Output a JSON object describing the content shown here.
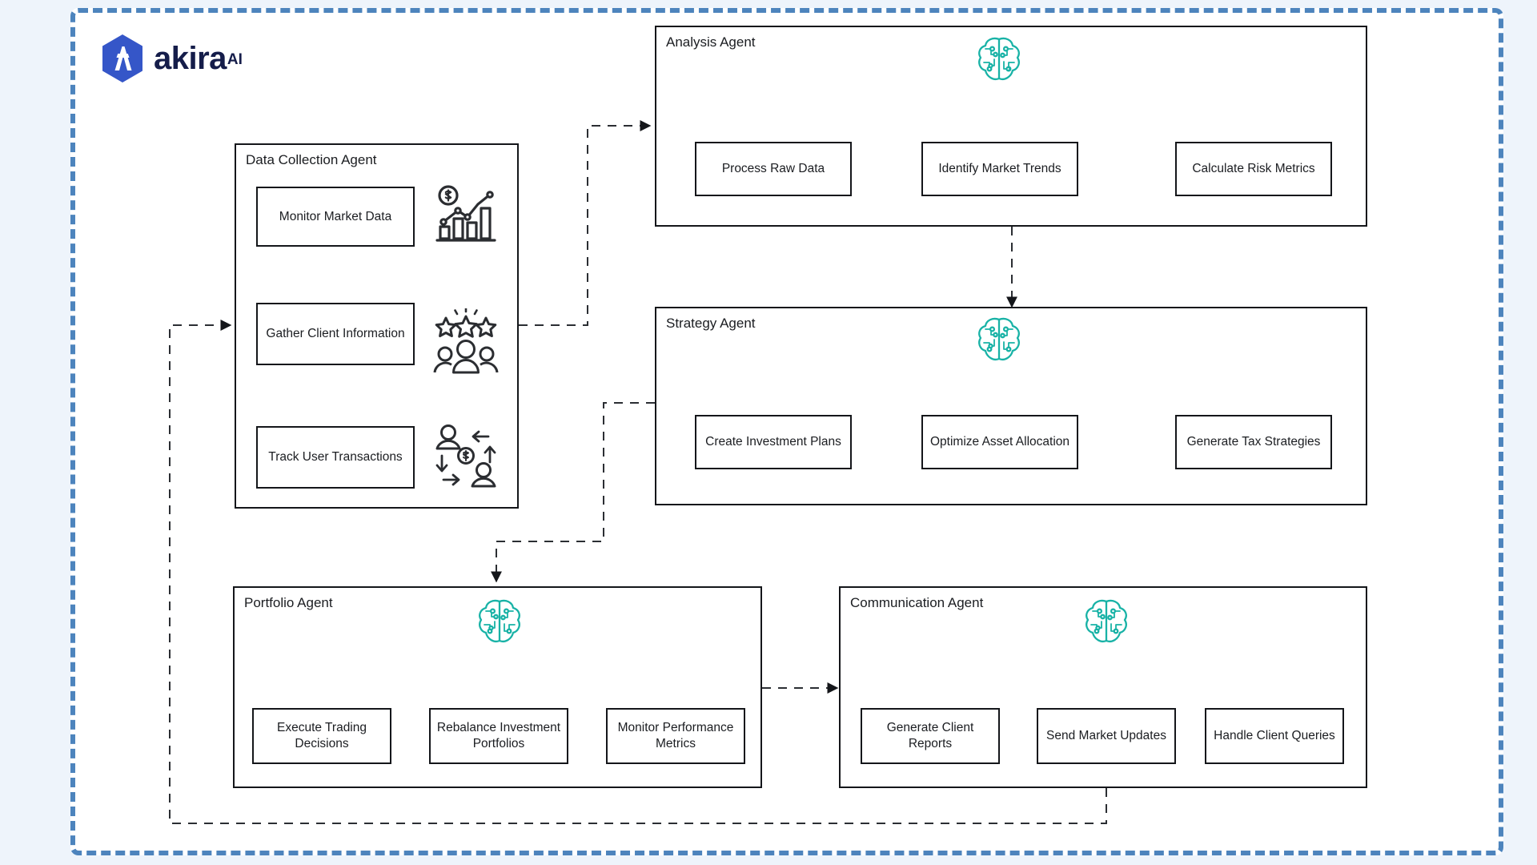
{
  "brand": {
    "name": "akira",
    "superscript": "AI",
    "logo_icon": "akira-hexagon-a-logo",
    "hex_color": "#3556c8",
    "word_color": "#151d4a"
  },
  "canvas": {
    "frame_border_color": "#4d84bd",
    "page_background": "#eef4fb",
    "canvas_background": "#ffffff",
    "node_border_color": "#14161a",
    "brain_icon_color": "#18b2a6"
  },
  "agents": [
    {
      "id": "data-collection",
      "title": "Data Collection Agent",
      "has_brain": false,
      "tasks": [
        {
          "label": "Monitor Market Data",
          "icon": "bar-chart-dollar-trend-icon"
        },
        {
          "label": "Gather Client Information",
          "icon": "stars-people-group-icon"
        },
        {
          "label": "Track User Transactions",
          "icon": "money-transfer-people-icon"
        }
      ]
    },
    {
      "id": "analysis",
      "title": "Analysis Agent",
      "has_brain": true,
      "brain_icon": "circuit-brain-icon",
      "tasks": [
        {
          "label": "Process Raw Data"
        },
        {
          "label": "Identify Market Trends"
        },
        {
          "label": "Calculate Risk Metrics"
        }
      ]
    },
    {
      "id": "strategy",
      "title": "Strategy Agent",
      "has_brain": true,
      "brain_icon": "circuit-brain-icon",
      "tasks": [
        {
          "label": "Create Investment Plans"
        },
        {
          "label": "Optimize Asset Allocation"
        },
        {
          "label": "Generate Tax Strategies"
        }
      ]
    },
    {
      "id": "portfolio",
      "title": "Portfolio Agent",
      "has_brain": true,
      "brain_icon": "circuit-brain-icon",
      "tasks": [
        {
          "label": "Execute Trading Decisions"
        },
        {
          "label": "Rebalance Investment Portfolios"
        },
        {
          "label": "Monitor Performance Metrics"
        }
      ]
    },
    {
      "id": "communication",
      "title": "Communication Agent",
      "has_brain": true,
      "brain_icon": "circuit-brain-icon",
      "tasks": [
        {
          "label": "Generate Client Reports"
        },
        {
          "label": "Send Market Updates"
        },
        {
          "label": "Handle Client Queries"
        }
      ]
    }
  ],
  "connections": [
    {
      "from": "data-collection",
      "to": "analysis",
      "style": "dashed",
      "arrow": true
    },
    {
      "from": "analysis",
      "to": "strategy",
      "style": "dashed",
      "arrow": true
    },
    {
      "from": "strategy",
      "to": "portfolio",
      "style": "dashed",
      "arrow": true
    },
    {
      "from": "portfolio",
      "to": "communication",
      "style": "dashed",
      "arrow": true
    },
    {
      "from": "communication",
      "to": "data-collection",
      "style": "dashed",
      "arrow": true
    }
  ]
}
